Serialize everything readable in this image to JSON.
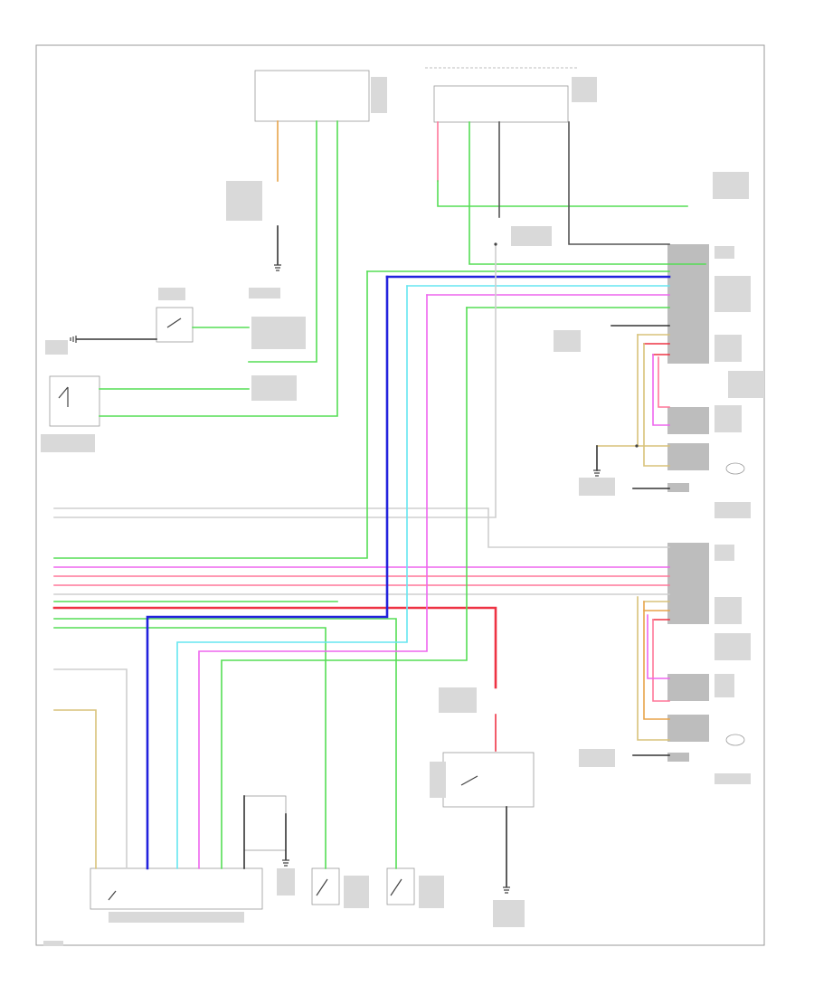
{
  "diagram": {
    "caption": "",
    "accent_colors": {
      "green": "#55dd55",
      "blue": "#2222dd",
      "cyan": "#66e6f0",
      "magenta": "#ee66ee",
      "pink": "#ff7799",
      "red": "#ee3344",
      "orange": "#e8a44a",
      "tan": "#d8c27a",
      "gray": "#bdbdbd",
      "black": "#333333"
    },
    "icons": [
      "ground-symbol",
      "switch-symbol",
      "heater-element-symbol",
      "connector-block"
    ]
  }
}
